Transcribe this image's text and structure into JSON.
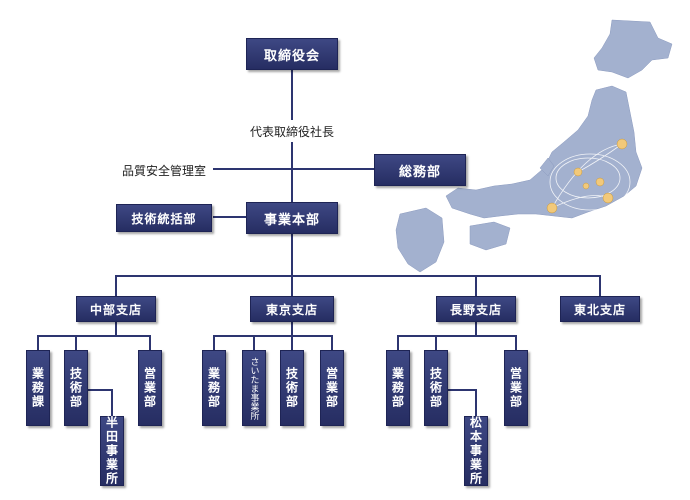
{
  "top": {
    "board": "取締役会",
    "president": "代表取締役社長",
    "quality": "品質安全管理室",
    "general_affairs": "総務部",
    "tech_control": "技術統括部",
    "business_hq": "事業本部"
  },
  "branches": {
    "chubu": {
      "name": "中部支店",
      "units": [
        "業務課",
        "技術部",
        "営業部"
      ],
      "office": "半田事業所"
    },
    "tokyo": {
      "name": "東京支店",
      "units": [
        "業務部",
        "さいたま事業所",
        "技術部",
        "営業部"
      ]
    },
    "nagano": {
      "name": "長野支店",
      "units": [
        "業務部",
        "技術部",
        "営業部"
      ],
      "office": "松本事業所"
    },
    "tohoku": {
      "name": "東北支店"
    }
  },
  "colors": {
    "box": "#2d3570",
    "line": "#2d3570",
    "map": "#a3b1cf",
    "marker": "#f2c97a"
  }
}
